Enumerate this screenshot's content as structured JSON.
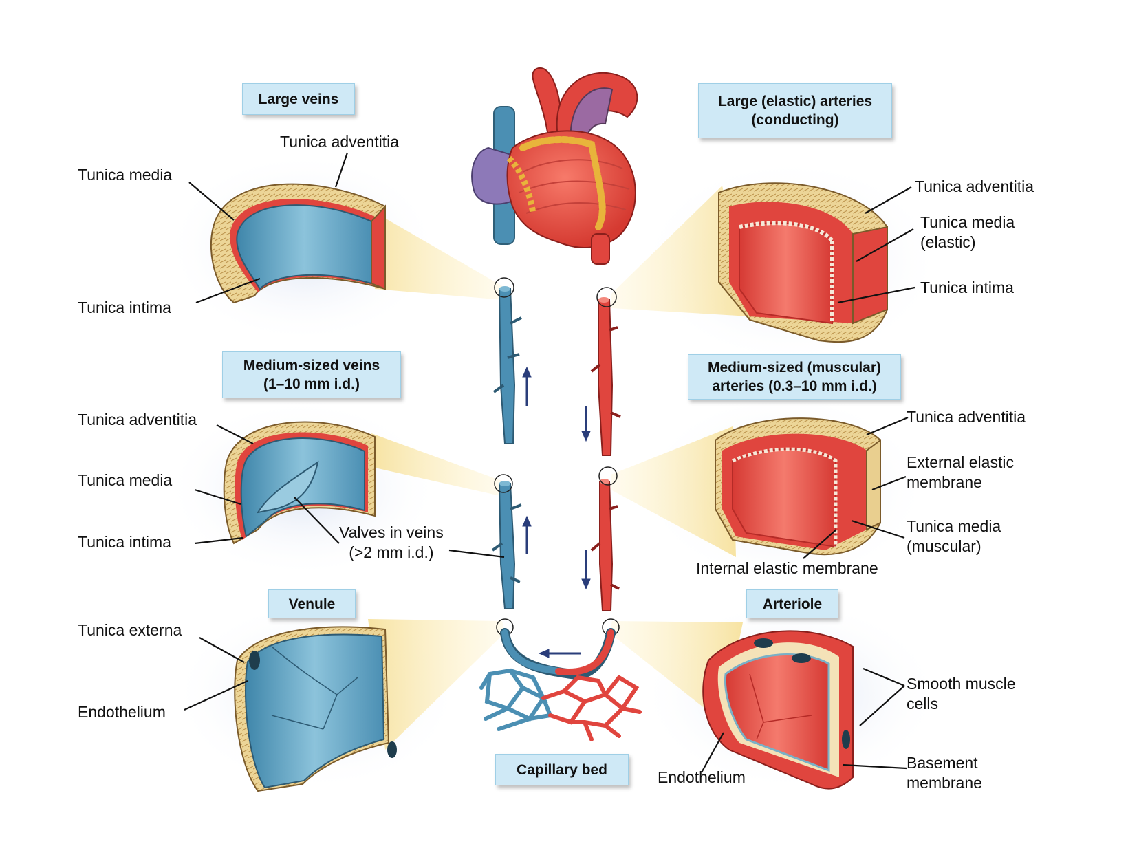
{
  "boxes": {
    "large_veins": "Large veins",
    "large_arteries": "Large (elastic) arteries\n(conducting)",
    "medium_veins": "Medium-sized veins\n(1–10 mm i.d.)",
    "medium_arteries": "Medium-sized (muscular)\narteries (0.3–10 mm i.d.)",
    "venule": "Venule",
    "arteriole": "Arteriole",
    "capillary_bed": "Capillary bed"
  },
  "labels": {
    "lv_adventitia": "Tunica adventitia",
    "lv_media": "Tunica media",
    "lv_intima": "Tunica intima",
    "la_adventitia": "Tunica adventitia",
    "la_media": "Tunica media\n(elastic)",
    "la_intima": "Tunica intima",
    "mv_adventitia": "Tunica adventitia",
    "mv_media": "Tunica media",
    "mv_intima": "Tunica intima",
    "mv_valves": "Valves in veins\n(>2 mm i.d.)",
    "ma_adventitia": "Tunica adventitia",
    "ma_external": "External elastic\nmembrane",
    "ma_media": "Tunica media\n(muscular)",
    "ma_internal": "Internal elastic membrane",
    "vn_externa": "Tunica externa",
    "vn_endothelium": "Endothelium",
    "ar_smooth": "Smooth muscle\ncells",
    "ar_basement": "Basement\nmembrane",
    "ar_endothelium": "Endothelium"
  },
  "colors": {
    "vein": "#4b8fb3",
    "vein_light": "#7db8d3",
    "artery": "#e0453e",
    "artery_dark": "#b52b27",
    "adventitia": "#e9cf8f",
    "cone": "#fbefc4",
    "label_box": "#cfe9f6"
  }
}
